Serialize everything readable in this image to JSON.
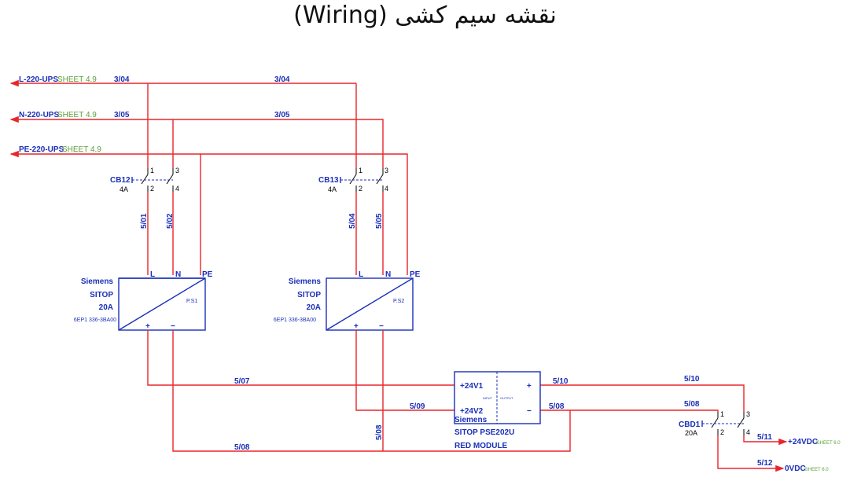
{
  "title": "نقشه سیم کشی (Wiring)",
  "inputs": [
    {
      "name": "L-220-UPS",
      "sheet": "SHEET 4.9",
      "wire": "3/04"
    },
    {
      "name": "N-220-UPS",
      "sheet": "SHEET 4.9",
      "wire": "3/05"
    },
    {
      "name": "PE-220-UPS",
      "sheet": "SHEET 4.9"
    }
  ],
  "breakers": {
    "cb12": {
      "name": "CB12",
      "rating": "4A",
      "pins": [
        "1",
        "2",
        "3",
        "4"
      ]
    },
    "cb13": {
      "name": "CB13",
      "rating": "4A",
      "pins": [
        "1",
        "2",
        "3",
        "4"
      ]
    },
    "cbd1": {
      "name": "CBD1",
      "rating": "20A",
      "pins": [
        "1",
        "2",
        "3",
        "4"
      ]
    }
  },
  "psu": {
    "ps1": {
      "brand": "Siemens",
      "model": "SITOP",
      "rating": "20A",
      "part": "6EP1 336-3BA00",
      "tag": "P.S1"
    },
    "ps2": {
      "brand": "Siemens",
      "model": "SITOP",
      "rating": "20A",
      "part": "6EP1 336-3BA00",
      "tag": "P.S2"
    },
    "terminals": {
      "l": "L",
      "n": "N",
      "pe": "PE",
      "plus": "+",
      "minus": "−"
    }
  },
  "red_module": {
    "brand": "Siemens",
    "model": "SITOP PSE202U",
    "name": "RED MODULE",
    "in1": "+24V1",
    "in2": "+24V2",
    "input_label": "INPUT",
    "output_label": "OUTPUT",
    "out_plus": "+",
    "out_minus": "−"
  },
  "wires": {
    "w304": "3/04",
    "w305": "3/05",
    "w501": "5/01",
    "w502": "5/02",
    "w504": "5/04",
    "w505": "5/05",
    "w507": "5/07",
    "w508": "5/08",
    "w509": "5/09",
    "w510": "5/10",
    "w511": "5/11",
    "w512": "5/12"
  },
  "outputs": [
    {
      "name": "+24VDC",
      "sheet": "/SHEET 6.0"
    },
    {
      "name": "0VDC",
      "sheet": "/SHEET 6.0"
    }
  ],
  "colors": {
    "wire": "#e8262b",
    "symbol": "#1a2fb8",
    "sheet_ref": "#5a9e3a"
  }
}
